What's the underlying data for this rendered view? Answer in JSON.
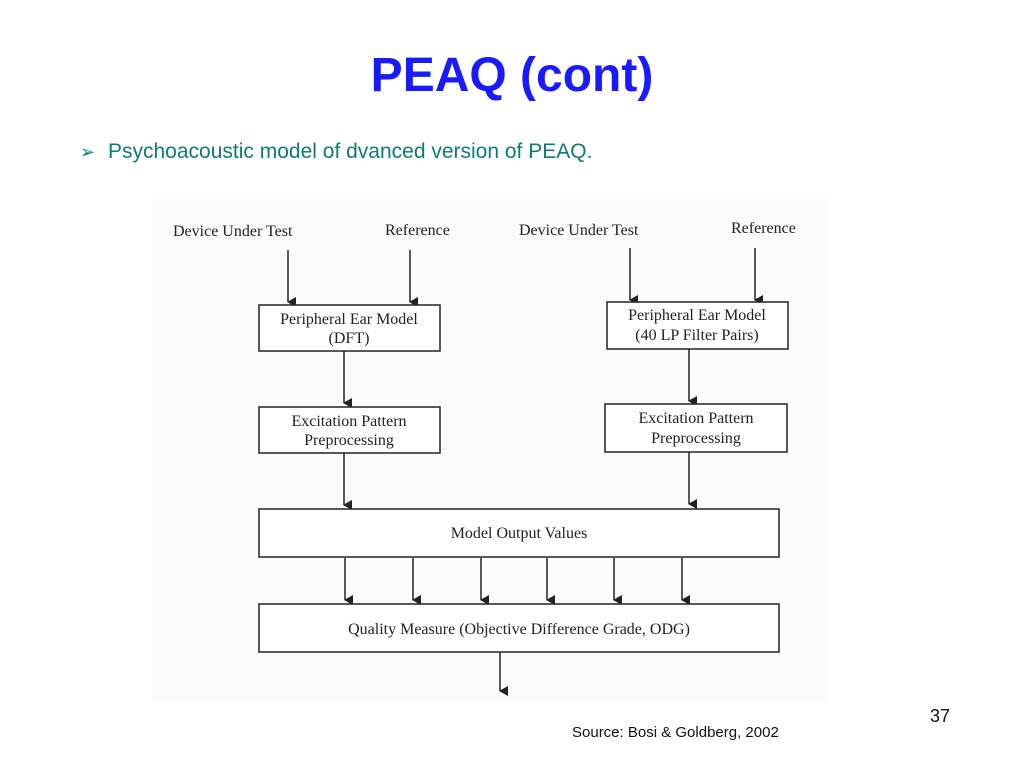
{
  "slide": {
    "title": "PEAQ (cont)",
    "bullet": "Psychoacoustic model of dvanced version of PEAQ.",
    "page_number": "37",
    "source": "Source: Bosi & Goldberg, 2002"
  },
  "diagram": {
    "left": {
      "input_dut": "Device Under Test",
      "input_ref": "Reference",
      "ear_model_line1": "Peripheral Ear Model",
      "ear_model_line2": "(DFT)",
      "excitation_line1": "Excitation Pattern",
      "excitation_line2": "Preprocessing"
    },
    "right": {
      "input_dut": "Device Under Test",
      "input_ref": "Reference",
      "ear_model_line1": "Peripheral Ear Model",
      "ear_model_line2": "(40 LP Filter Pairs)",
      "excitation_line1": "Excitation Pattern",
      "excitation_line2": "Preprocessing"
    },
    "model_output": "Model Output Values",
    "quality_measure": "Quality Measure (Objective Difference Grade, ODG)"
  },
  "colors": {
    "title": "#1a1aff",
    "bullet": "#0e7a7a"
  }
}
